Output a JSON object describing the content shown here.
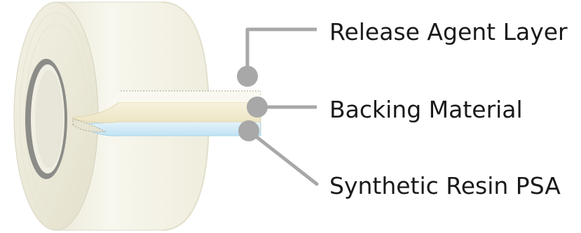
{
  "callouts": {
    "release_agent_layer": "Release Agent Layer",
    "backing_material": "Backing Material",
    "synthetic_resin_psa": "Synthetic Resin PSA"
  },
  "colors": {
    "tape_body": "#f4f2e7",
    "tape_shadow": "#d9d6c4",
    "core_ring": "#8c8c88",
    "psa_layer": "#cfeaf6",
    "backing_layer": "#f5f0d8",
    "callout": "#a8a8a8",
    "text": "#1a1a1a"
  }
}
